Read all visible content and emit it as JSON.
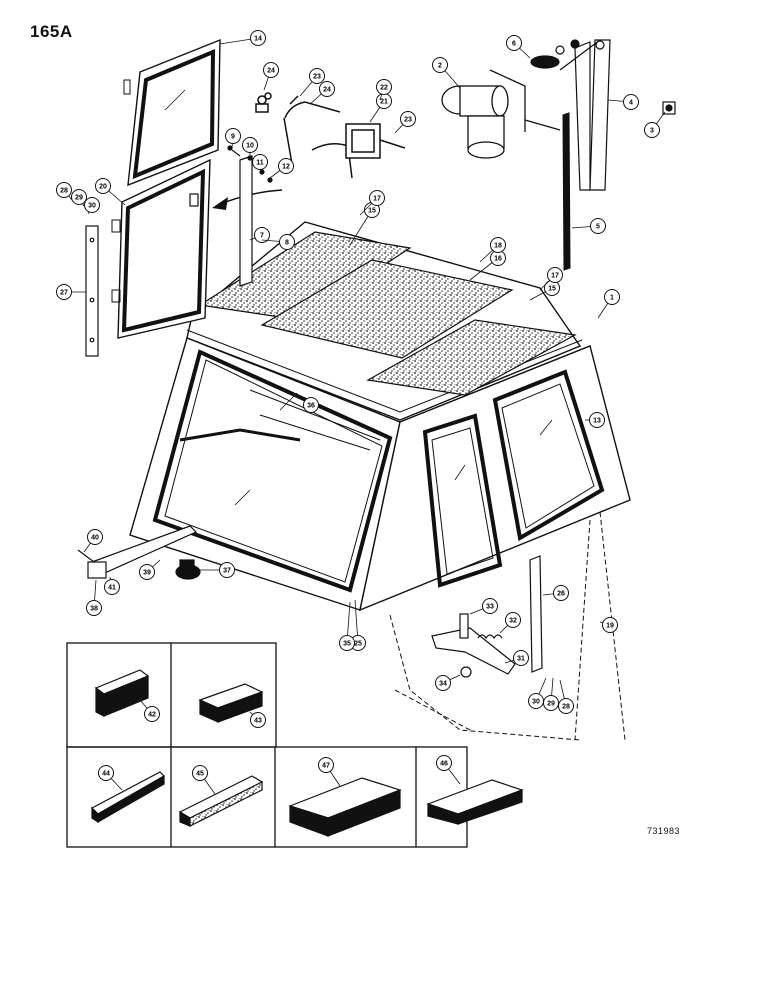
{
  "page_label": "165A",
  "drawing_code": "731983",
  "callouts": [
    "1",
    "2",
    "3",
    "4",
    "5",
    "6",
    "7",
    "8",
    "9",
    "10",
    "11",
    "12",
    "13",
    "14",
    "15",
    "16",
    "17",
    "18",
    "19",
    "20",
    "21",
    "22",
    "23",
    "24",
    "25",
    "26",
    "27",
    "28",
    "29",
    "30",
    "31",
    "32",
    "33",
    "34",
    "35",
    "36",
    "37",
    "38",
    "39",
    "40",
    "41",
    "42",
    "43",
    "44",
    "45",
    "46",
    "47"
  ],
  "callout_text": {
    "c1": "1",
    "c2": "2",
    "c3": "3",
    "c4": "4",
    "c5": "5",
    "c6": "6",
    "c7": "7",
    "c8": "8",
    "c9": "9",
    "c10": "10",
    "c11": "11",
    "c12": "12",
    "c13": "13",
    "c14": "14",
    "c15a": "15",
    "c15b": "15",
    "c16": "16",
    "c17a": "17",
    "c17b": "17",
    "c18": "18",
    "c19": "19",
    "c20": "20",
    "c21": "21",
    "c22": "22",
    "c23a": "23",
    "c23b": "23",
    "c24a": "24",
    "c24b": "24",
    "c25": "25",
    "c26": "26",
    "c27": "27",
    "c28a": "28",
    "c28b": "28",
    "c29a": "29",
    "c29b": "29",
    "c30a": "30",
    "c30b": "30",
    "c31": "31",
    "c32": "32",
    "c33": "33",
    "c34": "34",
    "c35": "35",
    "c36": "36",
    "c37": "37",
    "c38": "38",
    "c39": "39",
    "c40": "40",
    "c41": "41",
    "c42": "42",
    "c43": "43",
    "c44": "44",
    "c45": "45",
    "c46": "46",
    "c47": "47"
  }
}
